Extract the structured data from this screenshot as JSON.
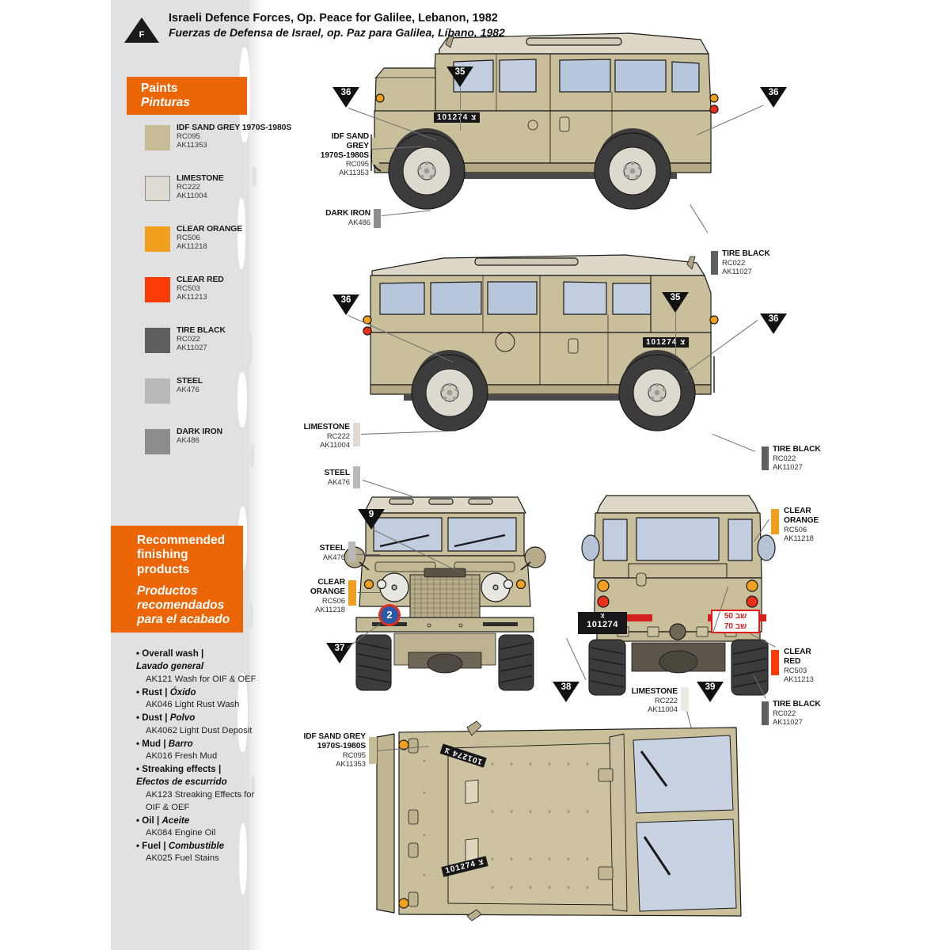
{
  "header": {
    "badge": "F",
    "title_en": "Israeli Defence Forces, Op. Peace for Galilee, Lebanon, 1982",
    "title_es": "Fuerzas de Defensa de Israel, op. Paz para Galilea, Líbano, 1982"
  },
  "paints_panel": {
    "heading_en": "Paints",
    "heading_es": "Pinturas",
    "accent_color": "#ec6608",
    "items": [
      {
        "name": "IDF SAND GREY 1970S-1980S",
        "code1": "RC095",
        "code2": "AK11353",
        "color": "#c6bc96",
        "border": false
      },
      {
        "name": "LIMESTONE",
        "code1": "RC222",
        "code2": "AK11004",
        "color": "#dfdbd2",
        "border": true
      },
      {
        "name": "CLEAR ORANGE",
        "code1": "RC506",
        "code2": "AK11218",
        "color": "#f0a01e",
        "border": false
      },
      {
        "name": "CLEAR RED",
        "code1": "RC503",
        "code2": "AK11213",
        "color": "#fb3b05",
        "border": false
      },
      {
        "name": "TIRE BLACK",
        "code1": "RC022",
        "code2": "AK11027",
        "color": "#5f5f5f",
        "border": false
      },
      {
        "name": "STEEL",
        "code1": "AK476",
        "code2": "",
        "color": "#b9b9b9",
        "border": false
      },
      {
        "name": "DARK IRON",
        "code1": "AK486",
        "code2": "",
        "color": "#8c8c8c",
        "border": false
      }
    ]
  },
  "finishing_panel": {
    "heading_en": "Recommended finishing products",
    "heading_es": "Productos recomendados para el acabado",
    "items": [
      {
        "label_en": "Overall wash",
        "label_es": "Lavado general",
        "product": "AK121 Wash for OIF & OEF"
      },
      {
        "label_en": "Rust",
        "label_es": "Óxido",
        "product": "AK046 Light Rust Wash"
      },
      {
        "label_en": "Dust",
        "label_es": "Polvo",
        "product": "AK4062 Light Dust Deposit"
      },
      {
        "label_en": "Mud",
        "label_es": "Barro",
        "product": "AK016 Fresh Mud"
      },
      {
        "label_en": "Streaking effects",
        "label_es": "Efectos de escurrido",
        "product": "AK123 Streaking Effects for OIF & OEF"
      },
      {
        "label_en": "Oil",
        "label_es": "Aceite",
        "product": "AK084 Engine Oil"
      },
      {
        "label_en": "Fuel",
        "label_es": "Combustible",
        "product": "AK025 Fuel Stains"
      }
    ]
  },
  "views": {
    "view1_label": "left-side-view",
    "view2_label": "right-side-view",
    "view3_label": "front-view",
    "view4_label": "rear-view",
    "view5_label": "top-roof-view"
  },
  "markers": [
    {
      "id": "m35a",
      "num": "35"
    },
    {
      "id": "m36a",
      "num": "36"
    },
    {
      "id": "m36b",
      "num": "36"
    },
    {
      "id": "m36c",
      "num": "36"
    },
    {
      "id": "m35b",
      "num": "35"
    },
    {
      "id": "m36d",
      "num": "36"
    },
    {
      "id": "m9",
      "num": "9"
    },
    {
      "id": "m37",
      "num": "37"
    },
    {
      "id": "m38",
      "num": "38"
    },
    {
      "id": "m39",
      "num": "39"
    }
  ],
  "callouts": {
    "v1_sand": {
      "name": "IDF SAND GREY",
      "name2": "1970S-1980S",
      "code1": "RC095",
      "code2": "AK11353"
    },
    "v1_iron": {
      "name": "DARK IRON",
      "code1": "AK486",
      "code2": ""
    },
    "v1_tire": {
      "name": "TIRE BLACK",
      "code1": "RC022",
      "code2": "AK11027"
    },
    "v2_lime": {
      "name": "LIMESTONE",
      "code1": "RC222",
      "code2": "AK11004"
    },
    "v2_steel": {
      "name": "STEEL",
      "code1": "AK476",
      "code2": ""
    },
    "v2_tire": {
      "name": "TIRE BLACK",
      "code1": "RC022",
      "code2": "AK11027"
    },
    "v3_steel": {
      "name": "STEEL",
      "code1": "AK476",
      "code2": ""
    },
    "v3_orange": {
      "name": "CLEAR",
      "name2": "ORANGE",
      "code1": "RC506",
      "code2": "AK11218"
    },
    "v4_orange": {
      "name": "CLEAR",
      "name2": "ORANGE",
      "code1": "RC506",
      "code2": "AK11218"
    },
    "v4_red": {
      "name": "CLEAR",
      "name2": "RED",
      "code1": "RC503",
      "code2": "AK11213"
    },
    "v4_lime": {
      "name": "LIMESTONE",
      "code1": "RC222",
      "code2": "AK11004"
    },
    "v4_tire": {
      "name": "TIRE BLACK",
      "code1": "RC022",
      "code2": "AK11027"
    },
    "v5_sand": {
      "name": "IDF SAND GREY",
      "name2": "1970S-1980S",
      "code1": "RC095",
      "code2": "AK11353"
    }
  },
  "decals": {
    "reg_number": "101274",
    "hebrew_letter": "צ",
    "plate_v1": "101274 צ",
    "plate_v2": "101274 צ",
    "rear_plate_line1": "צ",
    "rear_plate_line2": "101274",
    "rear_sign_line1": "שב 50",
    "rear_sign_line2": "שב 70",
    "roundel_number": "2",
    "roof_plate_1": "101274 צ",
    "roof_plate_2": "101274 צ"
  },
  "colors": {
    "body": "#c9bf9b",
    "body_shadow": "#b4a983",
    "body_light": "#d6cdae",
    "roof": "#ddd8c8",
    "glass": "#c2cee0",
    "glass_dark": "#aebdd4",
    "tire": "#3c3c3c",
    "tire_dark": "#2b2b2b",
    "wheel": "#ddd9cf",
    "orange": "#f0a01e",
    "red": "#e8301c",
    "outline": "#1a1a1a",
    "panel_gray": "#e1e1e1",
    "accent": "#ec6608"
  }
}
